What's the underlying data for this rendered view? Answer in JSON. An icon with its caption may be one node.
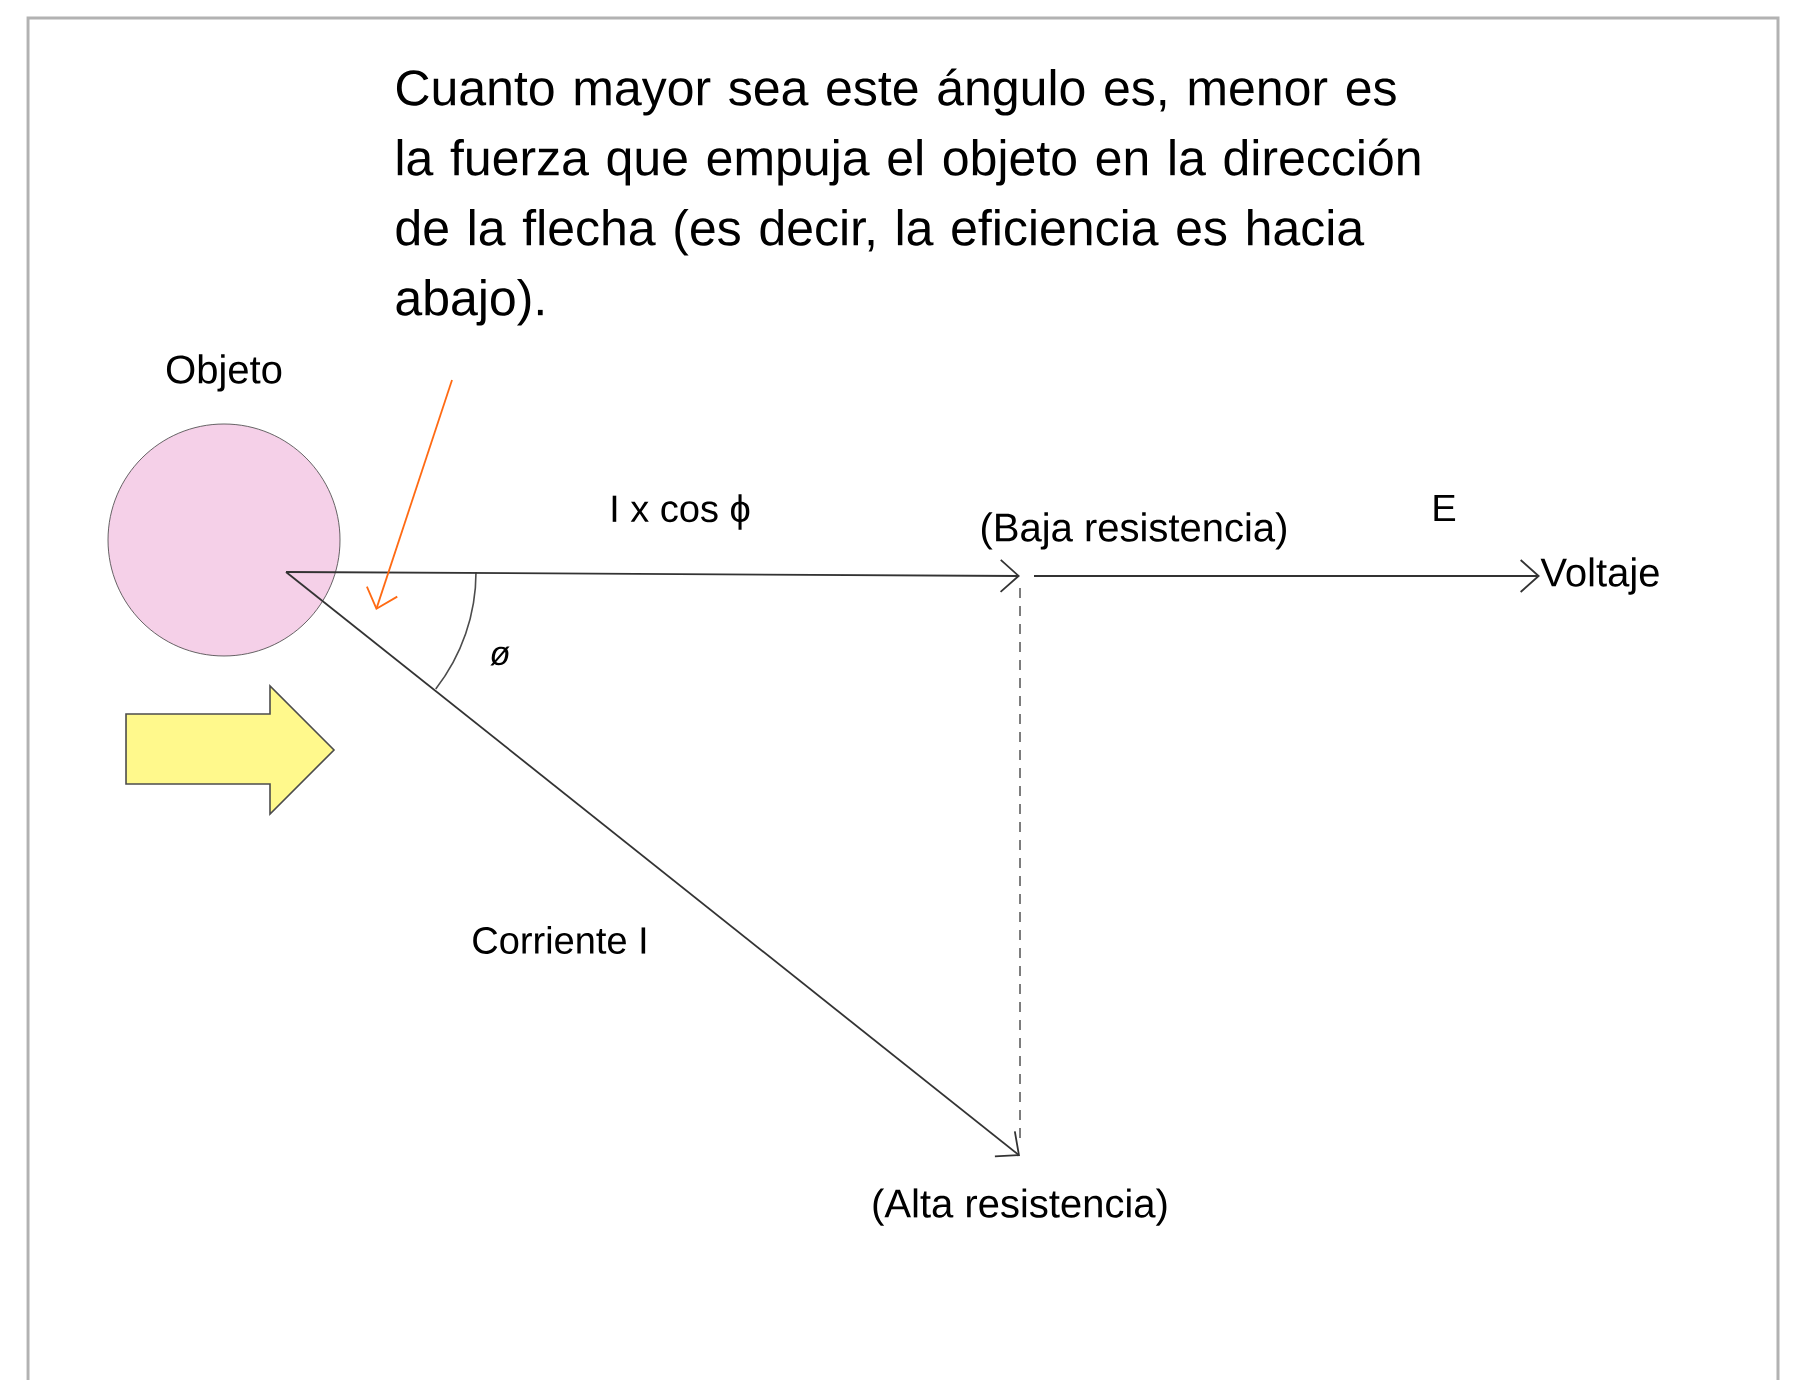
{
  "diagram": {
    "nodes": [
      {
        "text": [
          "Cuanto mayor sea este ángulo es, menor es la fuerza que empuja el objeto en la dirección de la flecha (es decir, la eficiencia es hacia abajo)."
        ]
      },
      {
        "text": [
          "Objeto"
        ]
      },
      {
        "text": [
          "(Baja resistencia)"
        ]
      },
      {
        "text": [
          "Voltaje"
        ]
      },
      {
        "text": [
          "(Alta resistencia)"
        ]
      }
    ],
    "edges": [
      {
        "from": 1,
        "to": 2,
        "arrow": "to",
        "label": "I x cos ϕ"
      },
      {
        "from": 2,
        "to": 3,
        "arrow": "to",
        "label": "E"
      },
      {
        "from": 1,
        "to": 4,
        "arrow": "to",
        "label": "Corriente I"
      },
      {
        "from": 2,
        "to": 4,
        "arrow": "none",
        "style": "dashed",
        "color": "#707070"
      },
      {
        "from": 0,
        "to": null,
        "arrow": "to",
        "color": "#ff6a13"
      }
    ],
    "labels": [
      "ø"
    ]
  }
}
